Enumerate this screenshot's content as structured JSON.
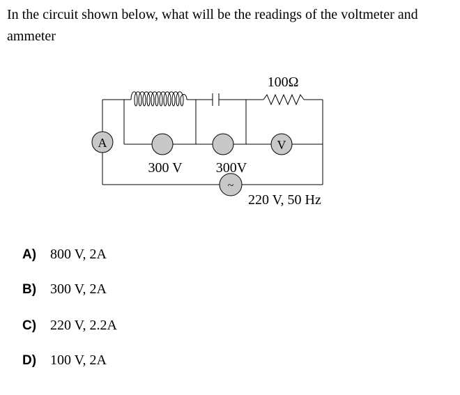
{
  "question": {
    "text": "In the circuit shown below, what will be the readings of the voltmeter and ammeter"
  },
  "circuit": {
    "resistor_label": "100Ω",
    "ammeter_symbol": "A",
    "voltmeter_symbol": "V",
    "inductor_meter_reading": "300 V",
    "capacitor_meter_reading": "300V",
    "source_symbol": "~",
    "source_label": "220 V, 50 Hz"
  },
  "options": [
    {
      "letter": "A)",
      "text": "800 V, 2A"
    },
    {
      "letter": "B)",
      "text": "300 V, 2A"
    },
    {
      "letter": "C)",
      "text": "220 V, 2.2A"
    },
    {
      "letter": "D)",
      "text": "100 V, 2A"
    }
  ]
}
